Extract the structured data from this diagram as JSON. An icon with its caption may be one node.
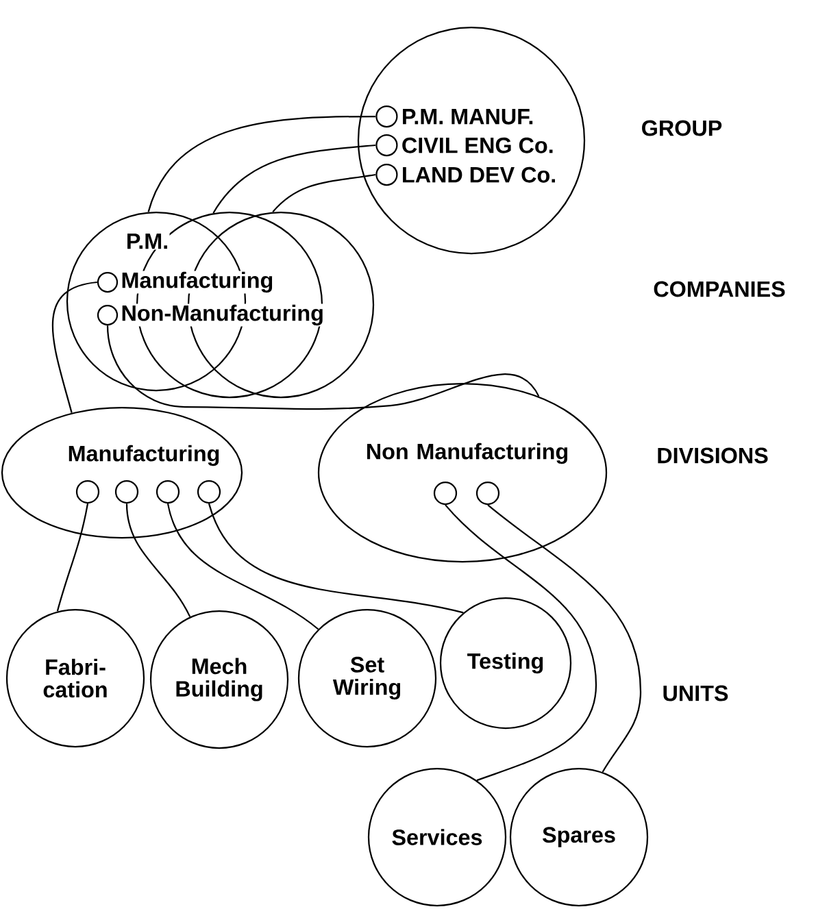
{
  "diagram": {
    "nodes": [
      {
        "text": [],
        "shape": "circle"
      },
      {
        "text": [
          "P.M. MANUF."
        ],
        "in": 0
      },
      {
        "text": [
          "CIVIL ENG Co."
        ],
        "in": 0
      },
      {
        "text": [
          "LAND DEV Co."
        ],
        "in": 0
      },
      {
        "text": [
          "P.M."
        ]
      },
      {
        "text": [],
        "shape": "circle",
        "in": 4
      },
      {
        "text": [],
        "shape": "circle",
        "in": 4
      },
      {
        "text": [],
        "shape": "circle"
      },
      {
        "text": [],
        "shape": "circle"
      },
      {
        "text": [
          "Manufacturing"
        ]
      },
      {
        "text": [],
        "shape": "circle",
        "in": 9
      },
      {
        "text": [],
        "shape": "circle",
        "in": 9
      },
      {
        "text": [],
        "shape": "circle",
        "in": 9
      },
      {
        "text": [],
        "shape": "circle",
        "in": 9
      },
      {
        "text": [
          "Non Manufacturing"
        ]
      },
      {
        "text": [],
        "shape": "circle",
        "in": 14
      },
      {
        "text": [],
        "shape": "circle",
        "in": 14
      },
      {
        "text": [
          "Fabri- cation"
        ]
      },
      {
        "text": [
          "Mech Building"
        ]
      },
      {
        "text": [
          "Set Wiring"
        ]
      },
      {
        "text": [
          "Testing"
        ]
      },
      {
        "text": [
          "Services"
        ]
      },
      {
        "text": [
          "Spares"
        ]
      }
    ],
    "edges": [
      {
        "from": 1,
        "to": 4,
        "arrow": "none"
      },
      {
        "from": 2,
        "to": 7,
        "arrow": "none"
      },
      {
        "from": 3,
        "to": 8,
        "arrow": "none"
      },
      {
        "from": 5,
        "to": 9,
        "arrow": "none"
      },
      {
        "from": 6,
        "to": 14,
        "arrow": "none"
      },
      {
        "from": 10,
        "to": 17,
        "arrow": "none"
      },
      {
        "from": 11,
        "to": 18,
        "arrow": "none"
      },
      {
        "from": 12,
        "to": 19,
        "arrow": "none"
      },
      {
        "from": 13,
        "to": 20,
        "arrow": "none"
      },
      {
        "from": 15,
        "to": 21,
        "arrow": "none"
      },
      {
        "from": 16,
        "to": 22,
        "arrow": "none"
      }
    ],
    "labels": [
      "GROUP",
      "Manufacturing",
      "COMPANIES",
      "Non-Manufacturing",
      "DIVISIONS",
      "UNITS"
    ]
  }
}
